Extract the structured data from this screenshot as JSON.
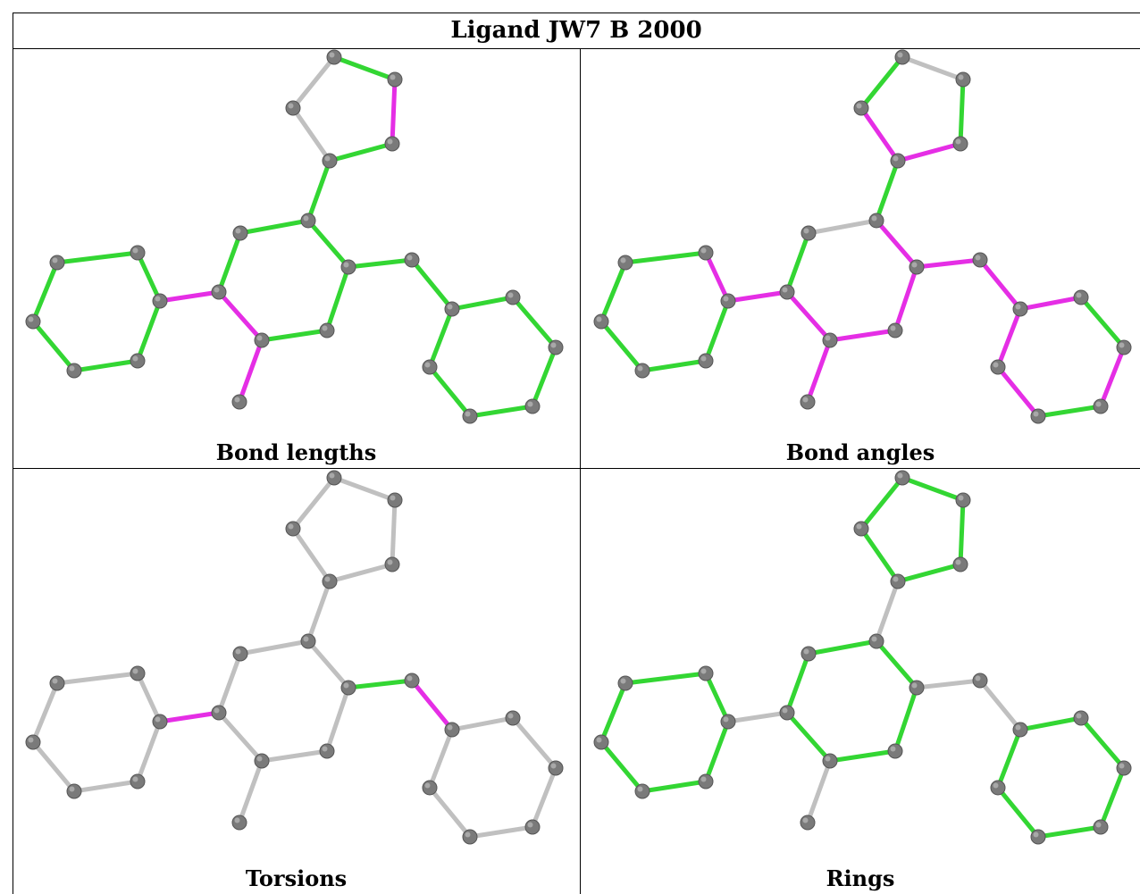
{
  "title": "Ligand JW7 B 2000",
  "colors": {
    "atom": "#7a7a7a",
    "good": "#33d633",
    "bad": "#e52ee5",
    "neutral": "#c0c0c0"
  },
  "panels": [
    {
      "caption": "Bond lengths",
      "bond_colors": {
        "default": "good",
        "bad": [
          [
            20,
            21
          ],
          [
            21,
            24
          ],
          [
            14,
            15
          ],
          [
            15,
            16
          ]
        ],
        "neutral": [
          [
            16,
            17
          ],
          [
            17,
            18
          ],
          [
            18,
            19
          ],
          [
            14,
            19
          ]
        ]
      }
    },
    {
      "caption": "Bond angles",
      "bond_colors": {
        "default": "bad",
        "good": [
          [
            1,
            2
          ],
          [
            2,
            3
          ],
          [
            7,
            8
          ],
          [
            8,
            9
          ],
          [
            12,
            13
          ],
          [
            24,
            25
          ],
          [
            23,
            24
          ],
          [
            14,
            19
          ],
          [
            18,
            19
          ],
          [
            16,
            17
          ],
          [
            15,
            16
          ],
          [
            19,
            20
          ],
          [
            12,
            0
          ]
        ],
        "neutral": [
          [
            19,
            26
          ],
          [
            17,
            18
          ],
          [
            20,
            26
          ]
        ]
      }
    },
    {
      "caption": "Torsions",
      "bond_colors": {
        "default": "neutral",
        "bad": [
          [
            6,
            22
          ],
          [
            10,
            11
          ]
        ],
        "good": [
          [
            9,
            10
          ]
        ]
      }
    },
    {
      "caption": "Rings",
      "bond_colors": {
        "default": "good",
        "neutral": [
          [
            6,
            22
          ],
          [
            9,
            10
          ],
          [
            10,
            11
          ],
          [
            19,
            26
          ],
          [
            21,
            24
          ],
          [
            23,
            25
          ]
        ]
      }
    }
  ]
}
